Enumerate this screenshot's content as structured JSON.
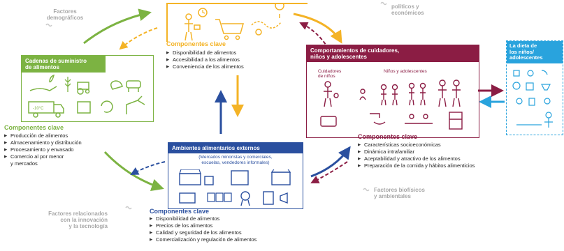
{
  "colors": {
    "green": "#7cb342",
    "orange": "#f4b326",
    "maroon": "#8b1d44",
    "blue": "#2a4f9f",
    "lightblue": "#29a3dd",
    "gray": "#a7a7a7"
  },
  "factors": {
    "demographic": "Factores\ndemográficos",
    "political": "políticos y\neconómicos",
    "innovation": "Factores relacionados\ncon la innovación\ny la tecnología",
    "biophysical": "Factores biofísicos\ny ambientales"
  },
  "supply_chains": {
    "title": "Cadenas de suministro\nde alimentos",
    "truck_label": "-10°C",
    "components_title": "Componentes clave",
    "items": [
      "Producción de alimentos",
      "Almacenamiento y distribución",
      "Procesamiento y envasado",
      "Comercio al por menor\ny mercados"
    ]
  },
  "top": {
    "components_title": "Componentes clave",
    "items": [
      "Disponibilidad de alimentos",
      "Accesibilidad a los alimentos",
      "Conveniencia de los alimentos"
    ]
  },
  "behaviours": {
    "title": "Comportamientos de cuidadores,\nniños y adolescentes",
    "sub_caregivers": "Cuidadores\nde niños",
    "sub_children": "Niños y adolescentes",
    "components_title": "Componentes clave",
    "items": [
      "Características socioeconómicas",
      "Dinámica intrafamiliar",
      "Aceptabilidad y atractivo de los alimentos",
      "Preparación de la comida y hábitos alimenticios"
    ]
  },
  "diet": {
    "title": "La dieta de\nlos niños/\nadolescentes"
  },
  "food_env": {
    "title": "Ambientes alimentarios externos",
    "subtitle": "(Mercados minoristas y comerciales,\nescuelas, vendedores informales)",
    "components_title": "Componentes clave",
    "items": [
      "Disponibilidad de alimentos",
      "Precios de los alimentos",
      "Calidad y seguridad de los alimentos",
      "Comercialización y regulación de alimentos"
    ]
  }
}
